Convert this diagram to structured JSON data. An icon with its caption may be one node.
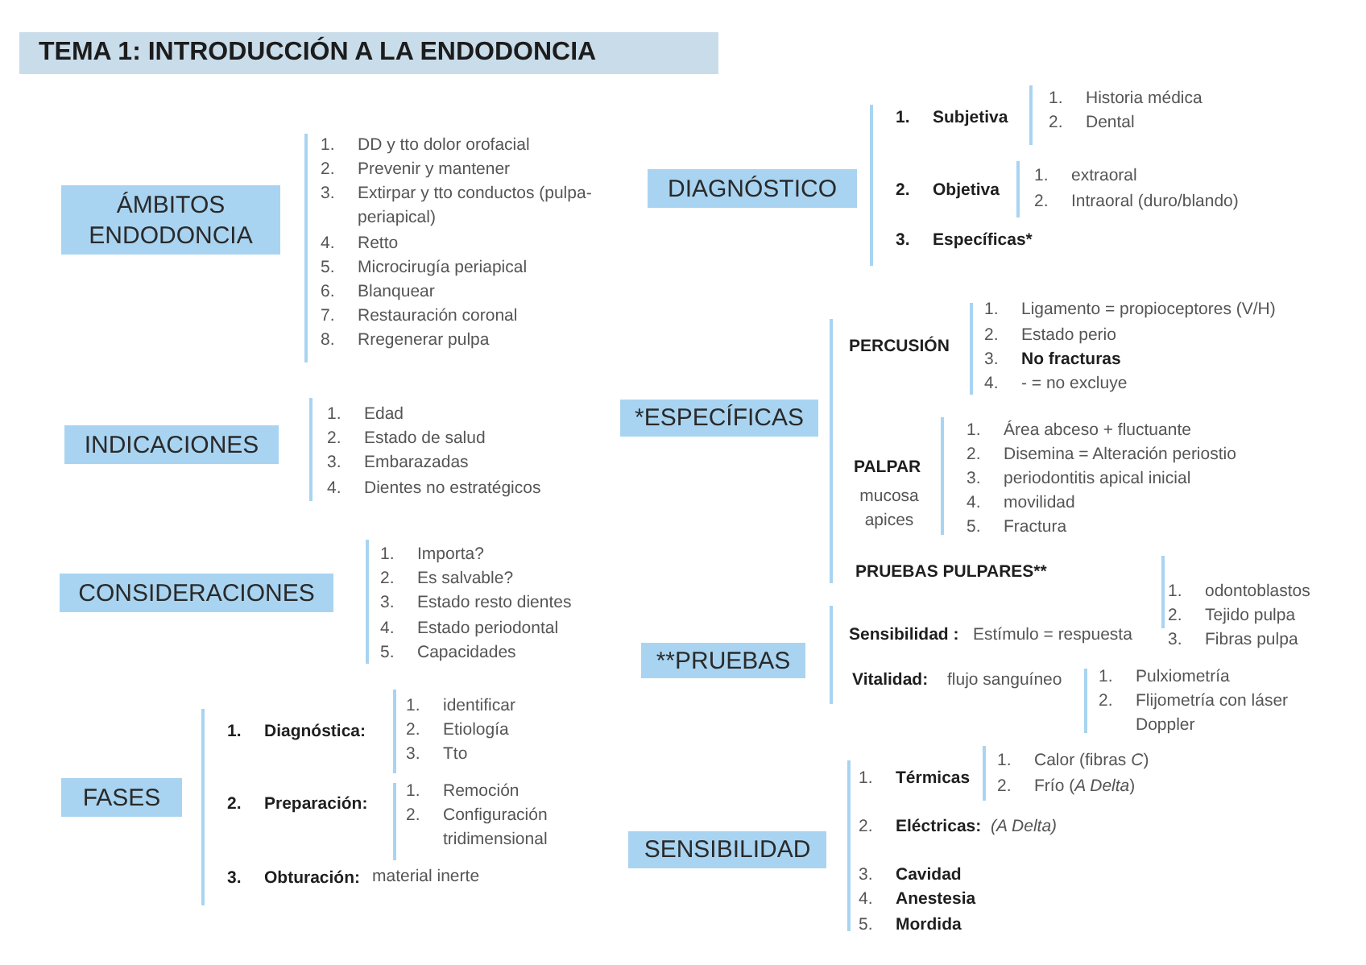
{
  "diagram": {
    "title": "TEMA 1: INTRODUCCIÓN A LA ENDODONCIA",
    "nodes": [
      {
        "text": [
          "ÁMBITOS ENDODONCIA"
        ]
      },
      {
        "text": [
          "INDICACIONES"
        ]
      },
      {
        "text": [
          "CONSIDERACIONES"
        ]
      },
      {
        "text": [
          "FASES"
        ]
      },
      {
        "text": [
          "DIAGNÓSTICO"
        ]
      },
      {
        "text": [
          "*ESPECÍFICAS"
        ]
      },
      {
        "text": [
          "**PRUEBAS"
        ]
      },
      {
        "text": [
          "SENSIBILIDAD"
        ]
      }
    ],
    "labels": [
      "1. DD y tto dolor orofacial",
      "2. Prevenir y mantener",
      "3. Extirpar y tto conductos (pulpa-periapical)",
      "4. Retto",
      "5. Microcirugía periapical",
      "6. Blanquear",
      "7. Restauración coronal",
      "8. Rregenerar pulpa",
      "1. Edad",
      "2. Estado de salud",
      "3. Embarazadas",
      "4. Dientes no estratégicos",
      "1. Importa?",
      "2. Es salvable?",
      "3. Estado resto dientes",
      "4. Estado periodontal",
      "5. Capacidades",
      "1. Diagnóstica:",
      "1. identificar",
      "2. Etiología",
      "3. Tto",
      "2. Preparación:",
      "1. Remoción",
      "2. Configuración tridimensional",
      "3. Obturación:",
      "material inerte",
      "1. Subjetiva",
      "1. Historia médica",
      "2. Dental",
      "2. Objetiva",
      "1. extraoral",
      "2. Intraoral (duro/blando)",
      "3. Específicas*",
      "PERCUSIÓN",
      "1. Ligamento = propioceptores (V/H)",
      "2. Estado perio",
      "3. No fracturas",
      "4. - = no excluye",
      "PALPAR",
      "mucosa",
      "apices",
      "1. Área abceso + fluctuante",
      "2. Disemina = Alteración periostio",
      "3. periodontitis apical inicial",
      "4. movilidad",
      "5. Fractura",
      "PRUEBAS PULPARES**",
      "1. odontoblastos",
      "2. Tejido pulpa",
      "Sensibilidad :",
      "Estímulo = respuesta",
      "3. Fibras pulpa",
      "Vitalidad:",
      "flujo sanguíneo",
      "1. Pulxiometría",
      "2. Flijometría con láser Doppler",
      "1. Térmicas",
      "1. Calor (fibras *C*)",
      "2. Frío (*A Delta*)",
      "2. Eléctricas:",
      "(A Delta)",
      "3. Cavidad",
      "4. Anestesia",
      "5. Mordida"
    ]
  }
}
